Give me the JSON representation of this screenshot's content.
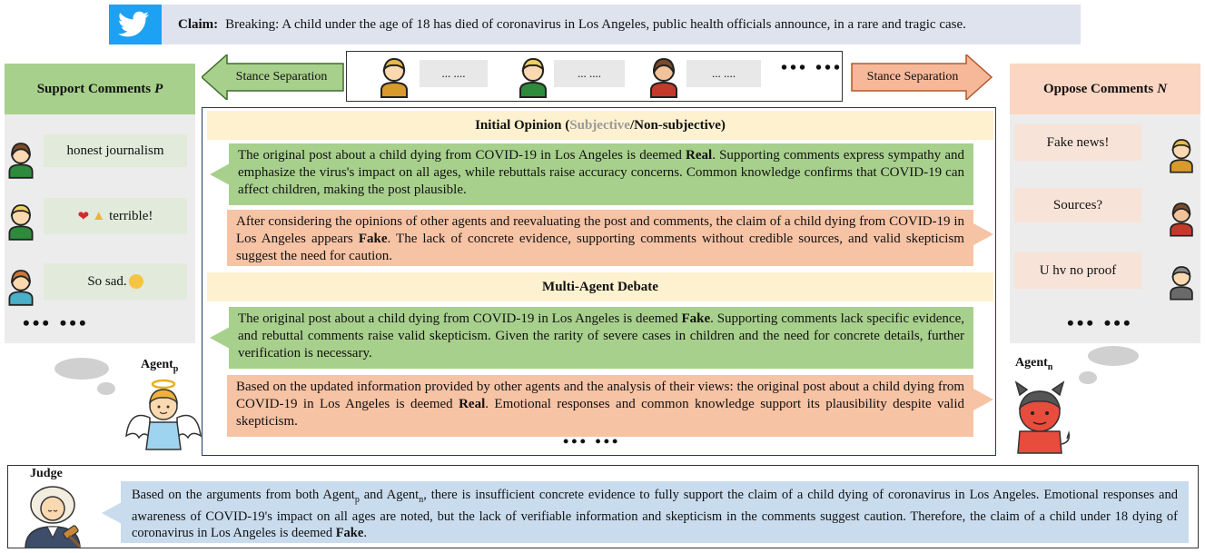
{
  "claim": {
    "label": "Claim:",
    "text": "Breaking: A child under the age of 18 has died of coronavirus in Los Angeles, public health officials announce, in a rare and tragic case."
  },
  "stance": {
    "left_label": "Stance Separation",
    "right_label": "Stance Separation",
    "placeholder": "... ....",
    "more": "••• •••"
  },
  "support": {
    "title": "Support Comments",
    "var": "P",
    "comments": [
      "honest journalism",
      "terrible!",
      "So sad."
    ],
    "more": "••• •••"
  },
  "oppose": {
    "title": "Oppose Comments",
    "var": "N",
    "comments": [
      "Fake news!",
      "Sources?",
      "U hv no proof"
    ],
    "more": "••• •••"
  },
  "initial": {
    "title_pre": "Initial Opinion (",
    "title_subjective": "Subjective",
    "title_post": " /Non-subjective)",
    "green_pre": "The original post about a child dying from COVID-19 in Los Angeles is deemed ",
    "green_bold": "Real",
    "green_post": ". Supporting comments express sympathy and emphasize the virus's impact on all ages, while rebuttals raise accuracy concerns. Common knowledge confirms that COVID-19 can affect children, making the post plausible.",
    "orange_pre": "After considering the opinions of other agents and reevaluating the post and comments, the claim of a child dying from COVID-19 in Los Angeles appears ",
    "orange_bold": "Fake",
    "orange_post": ". The lack of concrete evidence, supporting comments without credible sources, and valid skepticism suggest the need for caution."
  },
  "debate": {
    "title": "Multi-Agent Debate",
    "green_pre": "The original post about a child dying from COVID-19 in Los Angeles is deemed ",
    "green_bold": "Fake",
    "green_post": ". Supporting comments lack specific evidence, and rebuttal comments raise valid skepticism. Given the rarity of severe cases in children and the need for concrete details, further verification is necessary.",
    "orange_pre": "Based on the updated information provided by other agents and the analysis of their views: the original post about a child dying from COVID-19 in Los Angeles is deemed ",
    "orange_bold": "Real",
    "orange_post": ". Emotional responses and common knowledge support its plausibility despite valid skepticism.",
    "more": "••• •••"
  },
  "agents": {
    "name": "Agent",
    "p": "p",
    "n": "n"
  },
  "judge": {
    "label": "Judge",
    "t1": "Based on the arguments from both Agent",
    "t2": " and Agent",
    "t3": ", there is insufficient concrete evidence to fully support the claim of a child dying of coronavirus in Los Angeles. Emotional responses and awareness of COVID-19's impact on all ages are noted, but the lack of verifiable information and skepticism in the comments suggest caution. Therefore, the claim of a child under 18 dying of coronavirus in Los Angeles is deemed ",
    "bold": "Fake",
    "end": "."
  },
  "colors": {
    "green": "#a8d08d",
    "orange": "#f7c3a5",
    "header": "#fdf1cf",
    "judge": "#c9dcee",
    "twitter": "#1da1f2"
  }
}
